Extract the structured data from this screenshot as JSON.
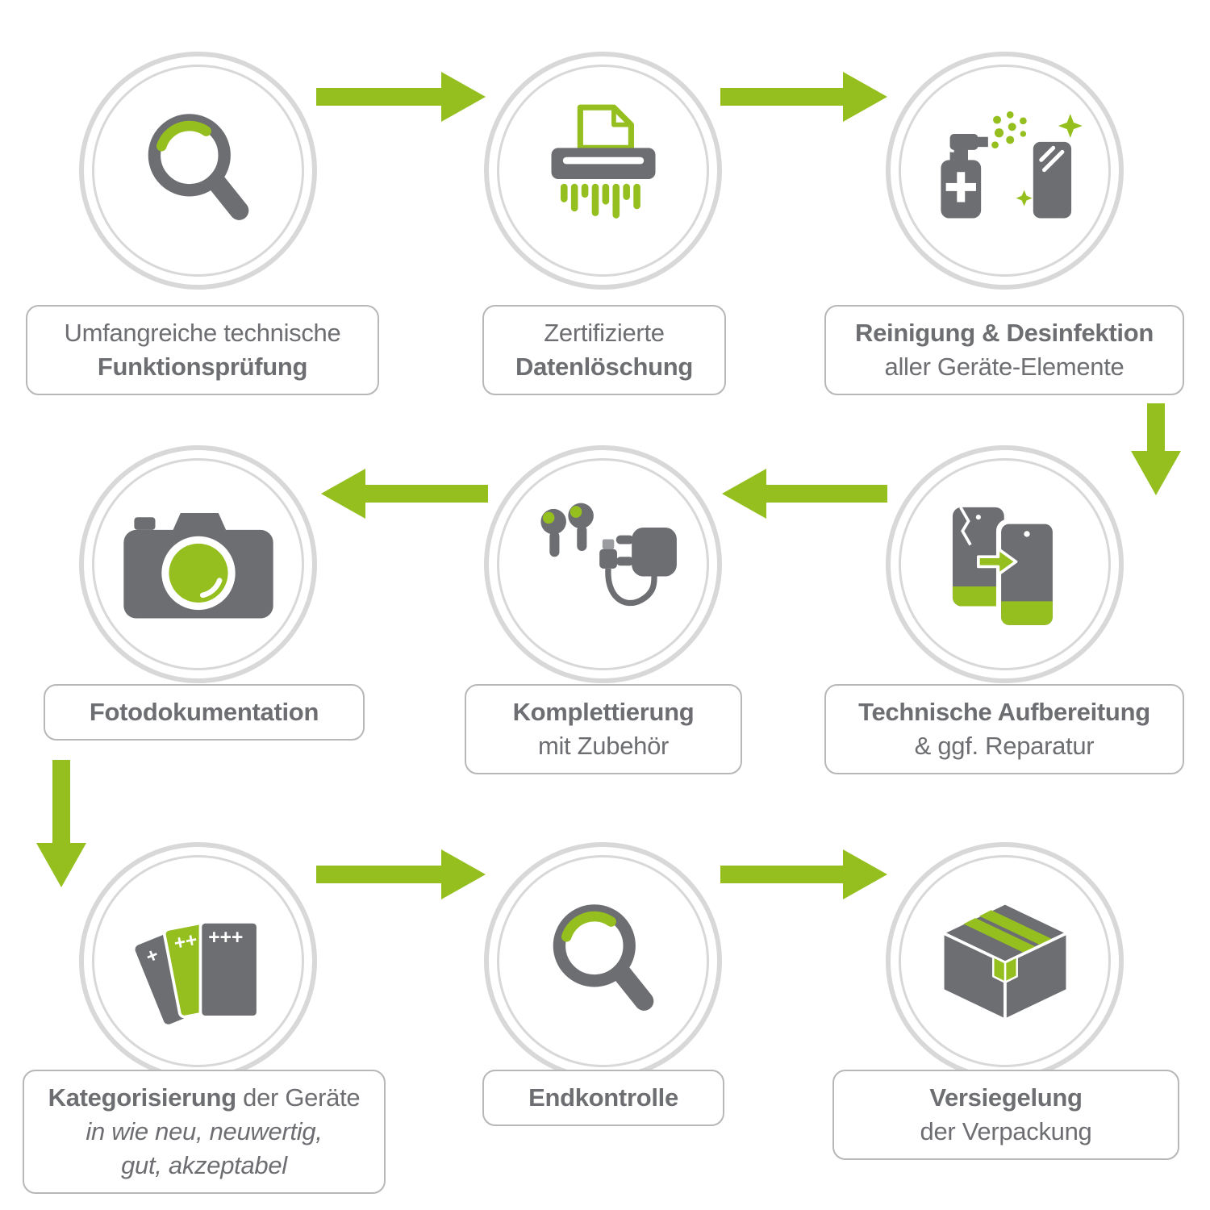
{
  "palette": {
    "green": "#95bf1f",
    "gray": "#6d6e71",
    "ring": "#d8d8d8",
    "border": "#b6b7b9",
    "text": "#6d6e71"
  },
  "steps": [
    {
      "key": "funktionspruefung",
      "icon": "magnifier-icon",
      "line1": "Umfangreiche technische",
      "line2_bold": "Funktionsprüfung"
    },
    {
      "key": "datenloeschung",
      "icon": "shredder-icon",
      "line1": "Zertifizierte",
      "line2_bold": "Datenlöschung"
    },
    {
      "key": "reinigung",
      "icon": "spray-clean-icon",
      "line1_bold": "Reinigung & Desinfektion",
      "line2": "aller Geräte-Elemente"
    },
    {
      "key": "aufbereitung",
      "icon": "phones-repair-icon",
      "line1_bold": "Technische Aufbereitung",
      "line2": "& ggf. Reparatur"
    },
    {
      "key": "komplettierung",
      "icon": "accessories-icon",
      "line1_bold": "Komplettierung",
      "line2": "mit Zubehör"
    },
    {
      "key": "fotodokumentation",
      "icon": "camera-icon",
      "line1_bold": "Fotodokumentation"
    },
    {
      "key": "kategorisierung",
      "icon": "grading-cards-icon",
      "line1_bold": "Kategorisierung",
      "line1_rest": " der Geräte",
      "line2_italic": "in wie neu, neuwertig,",
      "line3_italic": "gut, akzeptabel",
      "marks": [
        "+",
        "++",
        "+++"
      ]
    },
    {
      "key": "endkontrolle",
      "icon": "magnifier-icon",
      "line1_bold": "Endkontrolle"
    },
    {
      "key": "versiegelung",
      "icon": "package-icon",
      "line1_bold": "Versiegelung",
      "line2": "der Verpackung"
    }
  ]
}
